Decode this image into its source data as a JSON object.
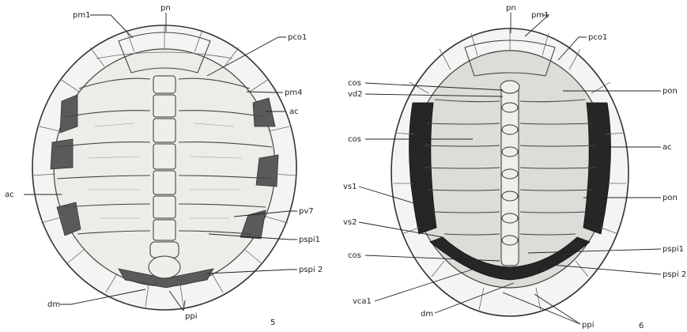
{
  "figures": [
    {
      "number": "5",
      "labels": {
        "pm1": "pm1",
        "pn": "pn",
        "pco1": "pco1",
        "pm4": "pm4",
        "ac_right": "ac",
        "ac_left": "ac",
        "pv7": "pv7",
        "pspi1": "pspi1",
        "pspi2": "pspi 2",
        "dm": "dm",
        "ppi": "ppi"
      }
    },
    {
      "number": "6",
      "labels": {
        "pn": "pn",
        "pm1": "pm1",
        "pco1": "pco1",
        "cos_top": "cos",
        "vd2": "vd2",
        "pon_top": "pon",
        "cos_mid": "cos",
        "ac": "ac",
        "vs1": "vs1",
        "pon_bottom": "pon",
        "vs2": "vs2",
        "pspi1": "pspi1",
        "cos_bottom": "cos",
        "pspi2": "pspi 2",
        "vca1": "vca1",
        "dm": "dm",
        "ppi": "ppi"
      }
    }
  ]
}
